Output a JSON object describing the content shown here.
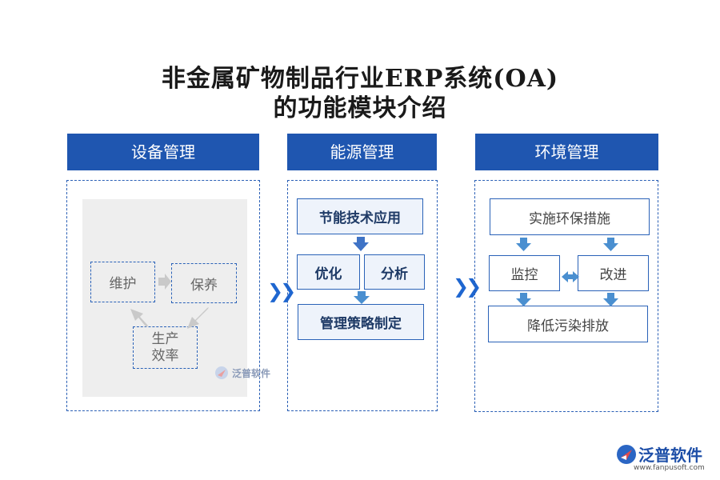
{
  "title": {
    "line1": "非金属矿物制品行业ERP系统(OA)",
    "line2": "的功能模块介绍"
  },
  "columns": [
    {
      "header": "设备管理",
      "items": [
        "维护",
        "保养",
        "生产\n效率"
      ]
    },
    {
      "header": "能源管理",
      "items": [
        "节能技术应用",
        "优化",
        "分析",
        "管理策略制定"
      ]
    },
    {
      "header": "环境管理",
      "items": [
        "实施环保措施",
        "监控",
        "改进",
        "降低污染排放"
      ]
    }
  ],
  "connector_icon": "double-chevron-right-icon",
  "watermark_small": "泛普软件",
  "brand": {
    "name": "泛普软件",
    "url": "www.fanpusoft.com"
  },
  "colors": {
    "header_blue": "#1f56b0",
    "arrow_blue": "#4a8fd0",
    "chevron_blue": "#1e66d0",
    "gray_box": "#eeeeee"
  }
}
